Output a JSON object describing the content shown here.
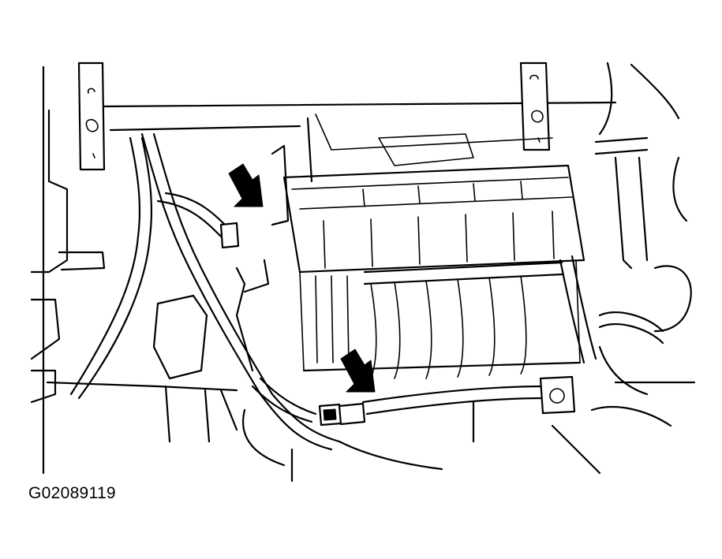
{
  "figure": {
    "id_label": "G02089119"
  },
  "callouts": [
    {
      "name": "upper-connector",
      "icon": "arrow-down-left-icon"
    },
    {
      "name": "lower-connector",
      "icon": "arrow-down-left-icon"
    }
  ],
  "colors": {
    "ink": "#000000",
    "paper": "#ffffff"
  }
}
